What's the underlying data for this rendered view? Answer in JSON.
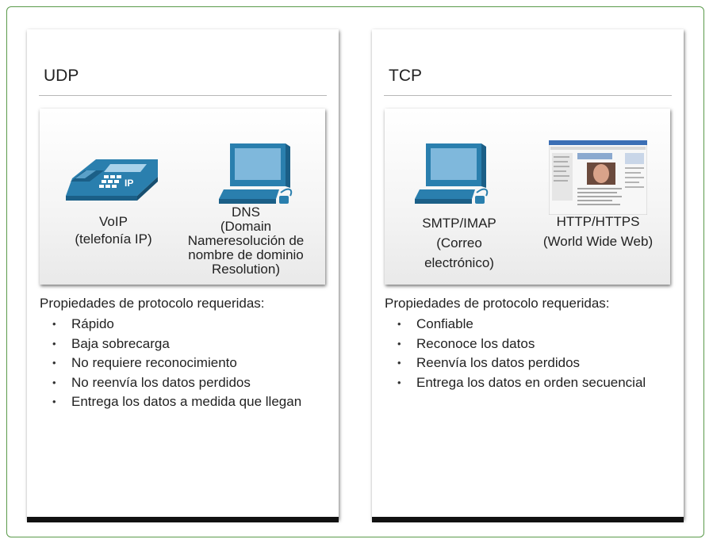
{
  "udp": {
    "title": "UDP",
    "apps": [
      {
        "name": "VoIP",
        "desc": "(telefonía IP)",
        "icon": "ip-phone-icon"
      },
      {
        "name": "DNS",
        "desc": "(Domain",
        "desc2": "Nameresolución de",
        "desc3": "nombre de dominio",
        "desc4": "Resolution)",
        "icon": "computer-icon"
      }
    ],
    "props_heading": "Propiedades de protocolo requeridas:",
    "props": [
      "Rápido",
      "Baja sobrecarga",
      "No requiere reconocimiento",
      "No reenvía los datos perdidos",
      "Entrega los datos a medida que llegan"
    ]
  },
  "tcp": {
    "title": "TCP",
    "apps": [
      {
        "name": "SMTP/IMAP",
        "desc": "(Correo",
        "desc2": "electrónico)",
        "icon": "computer-icon"
      },
      {
        "name": "HTTP/HTTPS",
        "desc": "(World Wide Web)",
        "icon": "web-page-icon"
      }
    ],
    "props_heading": "Propiedades de protocolo requeridas:",
    "props": [
      "Confiable",
      "Reconoce los datos",
      "Reenvía los datos perdidos",
      "Entrega los datos en orden secuencial"
    ]
  },
  "colors": {
    "frame_border": "#5a9a4a",
    "device_blue": "#2a7fae",
    "device_dark": "#1b5f87",
    "screen": "#7fb8dc"
  }
}
